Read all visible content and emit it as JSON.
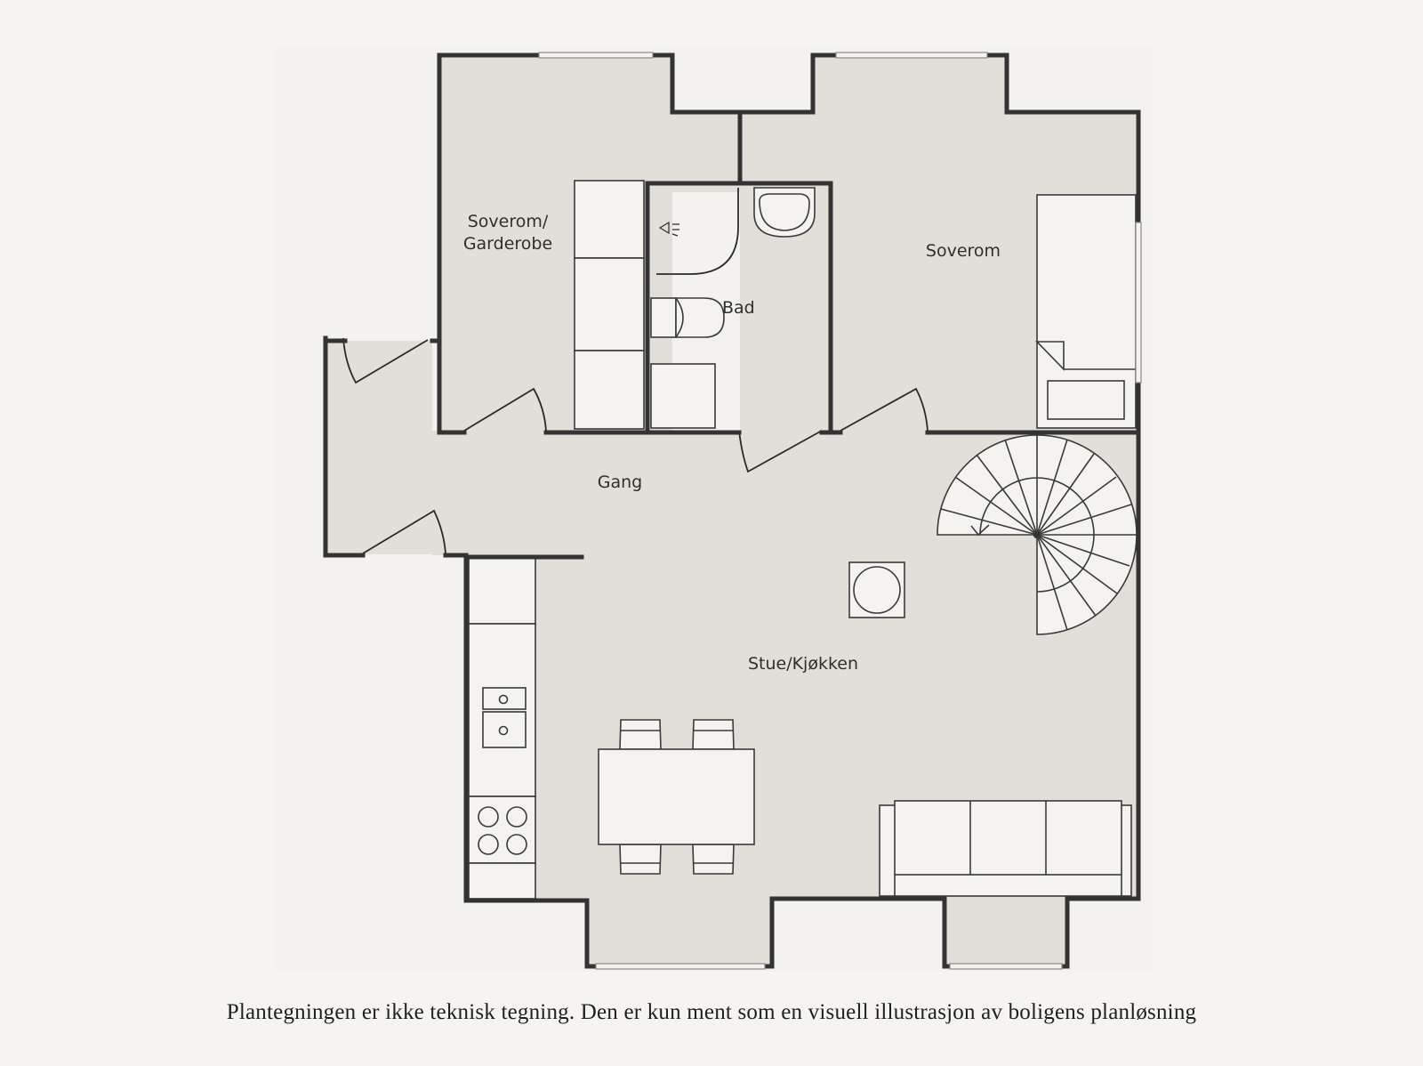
{
  "rooms": {
    "bedroom_wardrobe": {
      "line1": "Soverom/",
      "line2": "Garderobe"
    },
    "bathroom": "Bad",
    "bedroom": "Soverom",
    "hallway": "Gang",
    "living_kitchen": "Stue/Kjøkken"
  },
  "colors": {
    "background": "#f5f4f0",
    "floor": "#e2dfd9",
    "wall": "#333333",
    "furniture": "#f4f3ef",
    "line": "#3a3a3a"
  },
  "caption": "Plantegningen er ikke teknisk tegning. Den er kun ment som en visuell illustrasjon av boligens planløsning"
}
